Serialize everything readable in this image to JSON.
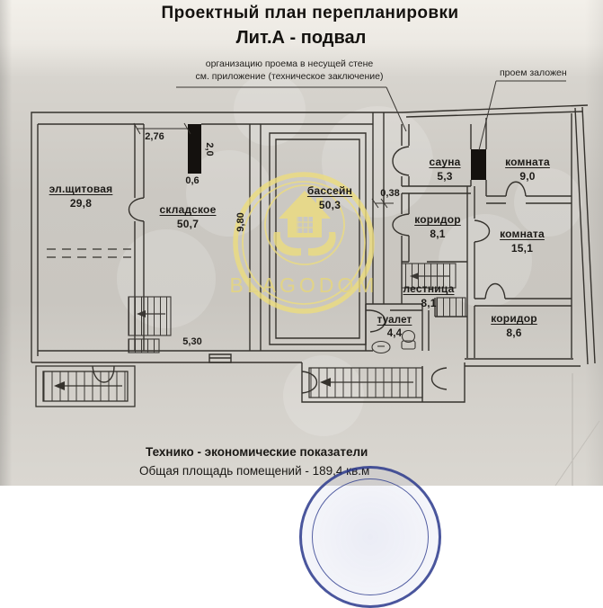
{
  "header": {
    "title": "Проектный план перепланировки",
    "subtitle": "Лит.А - подвал"
  },
  "annotations": {
    "bearing_wall_note_line1": "организацию проема  в несущей стене",
    "bearing_wall_note_line2": "см. приложение (техническое заключение)",
    "blocked_opening_label": "проем заложен"
  },
  "rooms": [
    {
      "name": "эл.щитовая",
      "area": "29,8"
    },
    {
      "name": "складское",
      "area": "50,7"
    },
    {
      "name": "бассейн",
      "area": "50,3"
    },
    {
      "name": "сауна",
      "area": "5,3"
    },
    {
      "name": "комната",
      "area": "9,0"
    },
    {
      "name": "коридор",
      "area": "8,1"
    },
    {
      "name": "комната",
      "area": "15,1"
    },
    {
      "name": "лестница",
      "area": "8,1"
    },
    {
      "name": "туалет",
      "area": "4,4"
    },
    {
      "name": "коридор",
      "area": "8,6"
    }
  ],
  "dimensions": {
    "opening_width": "2,76",
    "pier_length": "2,0",
    "pier_width": "0,6",
    "pool_wall_length": "9,80",
    "wall_thickness": "0,38",
    "storage_width": "5,30"
  },
  "watermark": {
    "brand": "BLAGODOM",
    "accent_color": "#e9d87c"
  },
  "footer": {
    "section_heading": "Технико - экономические показатели",
    "total_area_line": "Общая площадь помещений - 189,4 кв.м"
  },
  "colors": {
    "ink": "#2e2b27",
    "paper": "#cfccc6",
    "watermark_yellow": "#e9d87c",
    "stamp_blue": "#2b3a8c"
  }
}
